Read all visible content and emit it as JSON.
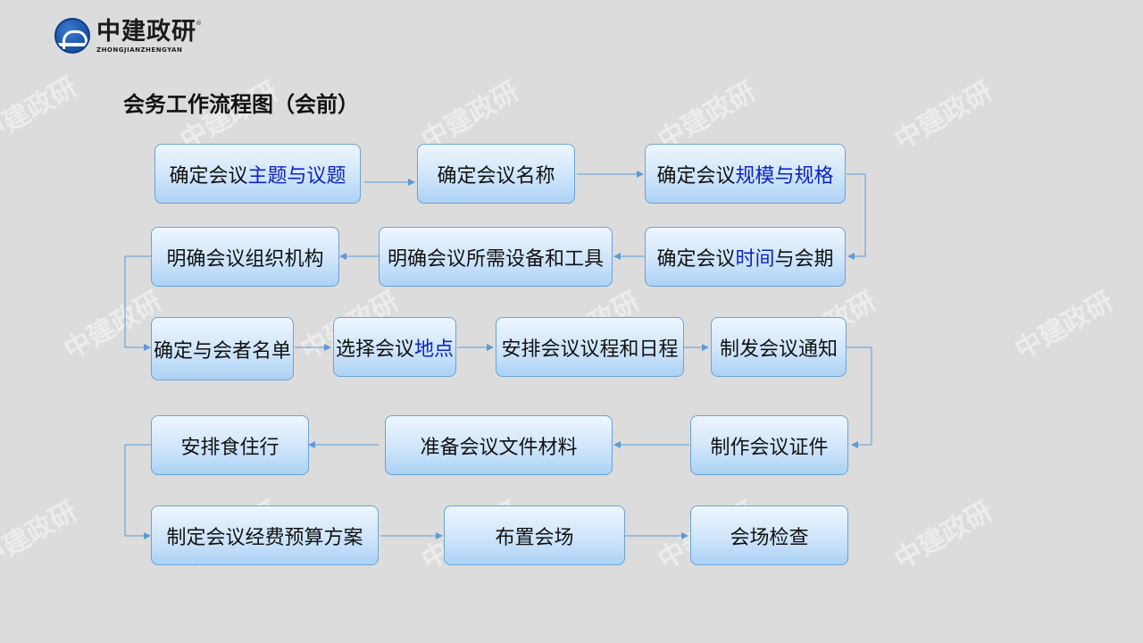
{
  "brand": {
    "name_cn": "中建政研",
    "name_en": "ZHONGJIANZHENGYAN",
    "registered": "®"
  },
  "watermark_text": "中建政研",
  "title": "会务工作流程图（会前）",
  "steps": [
    {
      "pre": "确定会议",
      "highlight": "主题与议题",
      "post": ""
    },
    {
      "pre": "确定会议名称",
      "highlight": "",
      "post": ""
    },
    {
      "pre": "确定会议",
      "highlight": "规模与规格",
      "post": ""
    },
    {
      "pre": "确定会议",
      "highlight": "时间",
      "post": "与会期"
    },
    {
      "pre": "明确会议所需设备和工具",
      "highlight": "",
      "post": ""
    },
    {
      "pre": "明确会议组织机构",
      "highlight": "",
      "post": ""
    },
    {
      "pre": "确定与会者名单",
      "highlight": "",
      "post": ""
    },
    {
      "pre": "选择会议",
      "highlight": "地点",
      "post": ""
    },
    {
      "pre": "安排会议议程和日程",
      "highlight": "",
      "post": ""
    },
    {
      "pre": "制发会议通知",
      "highlight": "",
      "post": ""
    },
    {
      "pre": "制作会议证件",
      "highlight": "",
      "post": ""
    },
    {
      "pre": "准备会议文件材料",
      "highlight": "",
      "post": ""
    },
    {
      "pre": "安排食住行",
      "highlight": "",
      "post": ""
    },
    {
      "pre": "制定会议经费预算方案",
      "highlight": "",
      "post": ""
    },
    {
      "pre": "布置会场",
      "highlight": "",
      "post": ""
    },
    {
      "pre": "会场检查",
      "highlight": "",
      "post": ""
    }
  ],
  "colors": {
    "highlight": "#0d24c4",
    "arrow": "#5b9bd5",
    "box_border": "#6aa3d8",
    "background": "#dcdcdc"
  }
}
